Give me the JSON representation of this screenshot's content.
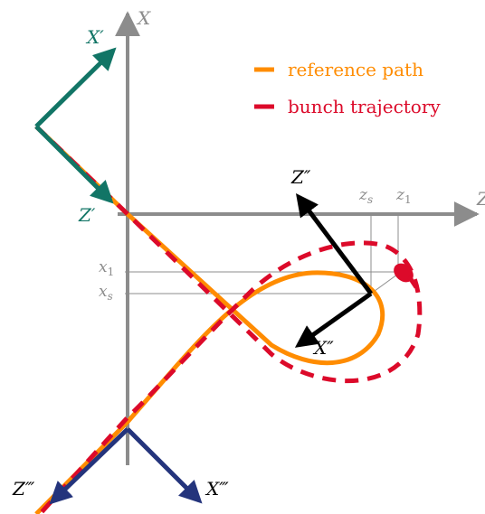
{
  "colors": {
    "axis": "#8c8c8c",
    "guide": "#8c8c8c",
    "reference": "#ff8c00",
    "bunch": "#dc0a2a",
    "frame_prime": "#127566",
    "frame_double_prime": "#000000",
    "frame_triple_prime": "#24347c",
    "legend_reference_text": "#ff8c00",
    "legend_bunch_text": "#dc0a2a"
  },
  "legend": {
    "reference": "reference path",
    "bunch": "bunch trajectory"
  },
  "axes": {
    "x_label": "X",
    "z_label": "Z"
  },
  "frames": {
    "prime": {
      "x": "X′",
      "z": "Z′"
    },
    "double_prime": {
      "x": "X″",
      "z": "Z″"
    },
    "triple_prime": {
      "x": "X‴",
      "z": "Z‴"
    }
  },
  "markers": {
    "zs": "z",
    "zs_sub": "s",
    "z1": "z",
    "z1_sub": "1",
    "x1": "x",
    "x1_sub": "1",
    "xs": "x",
    "xs_sub": "s"
  }
}
